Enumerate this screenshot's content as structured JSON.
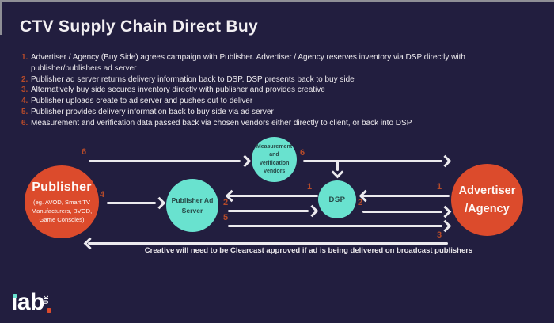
{
  "title": "CTV Supply Chain Direct Buy",
  "steps": [
    {
      "n": "1.",
      "text": "Advertiser / Agency (Buy Side) agrees campaign with Publisher. Advertiser / Agency reserves inventory via DSP directly with publisher/publishers ad server"
    },
    {
      "n": "2.",
      "text": "Publisher ad server returns delivery information back to DSP. DSP presents back to buy side"
    },
    {
      "n": "3.",
      "text": "Alternatively buy side secures inventory directly with publisher and provides creative"
    },
    {
      "n": "4.",
      "text": "Publisher uploads create to ad server and pushes out to deliver"
    },
    {
      "n": "5.",
      "text": "Publisher provides delivery information back to buy side via ad server"
    },
    {
      "n": "6.",
      "text": "Measurement and verification data passed back via chosen vendors either directly to client, or back into DSP"
    }
  ],
  "diagram": {
    "nodes": {
      "publisher": {
        "name": "Publisher",
        "detail": "(eg. AVOD, Smart TV Manufacturers, BVOD, Game Consoles)"
      },
      "publisher_ad_server": {
        "name": "Publisher Ad Server"
      },
      "vendors": {
        "name": "Measurement and Verification Vendors"
      },
      "dsp": {
        "name": "DSP"
      },
      "advertiser": {
        "line1": "Advertiser",
        "line2": "/Agency"
      }
    },
    "flows": {
      "f1": "1",
      "f2": "2",
      "f3": "3",
      "f4": "4",
      "f5": "5",
      "f6": "6"
    },
    "note": "Creative will need to be Clearcast approved if ad is being delivered on broadcast publishers"
  },
  "logo": {
    "brand": "ıab",
    "region": "UK"
  },
  "colors": {
    "background": "#221e3f",
    "orange": "#dc4b2c",
    "teal": "#69e2cf",
    "arrow": "#eceaee",
    "number": "#b54a2a"
  }
}
